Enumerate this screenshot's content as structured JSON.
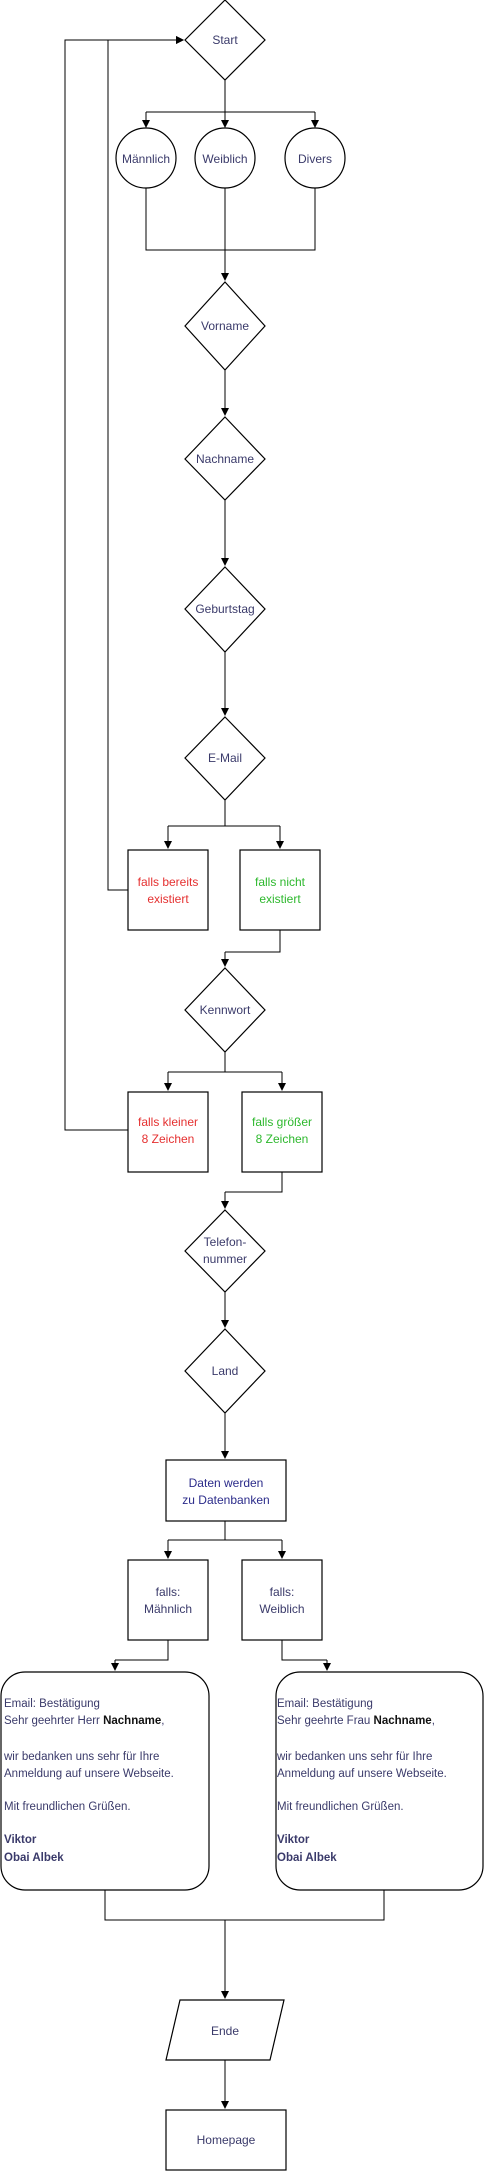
{
  "nodes": {
    "start": "Start",
    "maennlich": "Männlich",
    "weiblich": "Weiblich",
    "divers": "Divers",
    "vorname": "Vorname",
    "nachname": "Nachname",
    "geburtstag": "Geburtstag",
    "email": "E-Mail",
    "exists_line1": "falls bereits",
    "exists_line2": "existiert",
    "notexists_line1": "falls nicht",
    "notexists_line2": "existiert",
    "kennwort": "Kennwort",
    "short_line1": "falls kleiner",
    "short_line2": "8 Zeichen",
    "long_line1": "falls größer",
    "long_line2": "8 Zeichen",
    "phone_line1": "Telefon-",
    "phone_line2": "nummer",
    "land": "Land",
    "db_line1": "Daten werden",
    "db_line2": "zu Datenbanken",
    "if_m_line1": "falls:",
    "if_m_line2": "Mähnlich",
    "if_w_line1": "falls:",
    "if_w_line2": "Weiblich",
    "ende": "Ende",
    "homepage": "Homepage"
  },
  "email_male": {
    "subject": "Email: Bestätigung",
    "salutation": "Sehr geehrter Herr ",
    "name": "Nachname",
    "comma": ",",
    "body_line1": "wir bedanken uns sehr für Ihre",
    "body_line2": "Anmeldung auf unsere Webseite.",
    "closing": "Mit freundlichen Grüßen.",
    "sig1": "Viktor",
    "sig2": "Obai Albek"
  },
  "email_female": {
    "subject": "Email: Bestätigung",
    "salutation": "Sehr geehrte Frau ",
    "name": "Nachname",
    "comma": ",",
    "body_line1": "wir bedanken uns sehr für Ihre",
    "body_line2": "Anmeldung auf unsere Webseite.",
    "closing": "Mit freundlichen Grüßen.",
    "sig1": "Viktor",
    "sig2": "Obai Albek"
  },
  "colors": {
    "red": "#e53030",
    "green": "#2db82d",
    "text": "#3a3a6a",
    "blue": "#2b2b8a"
  }
}
